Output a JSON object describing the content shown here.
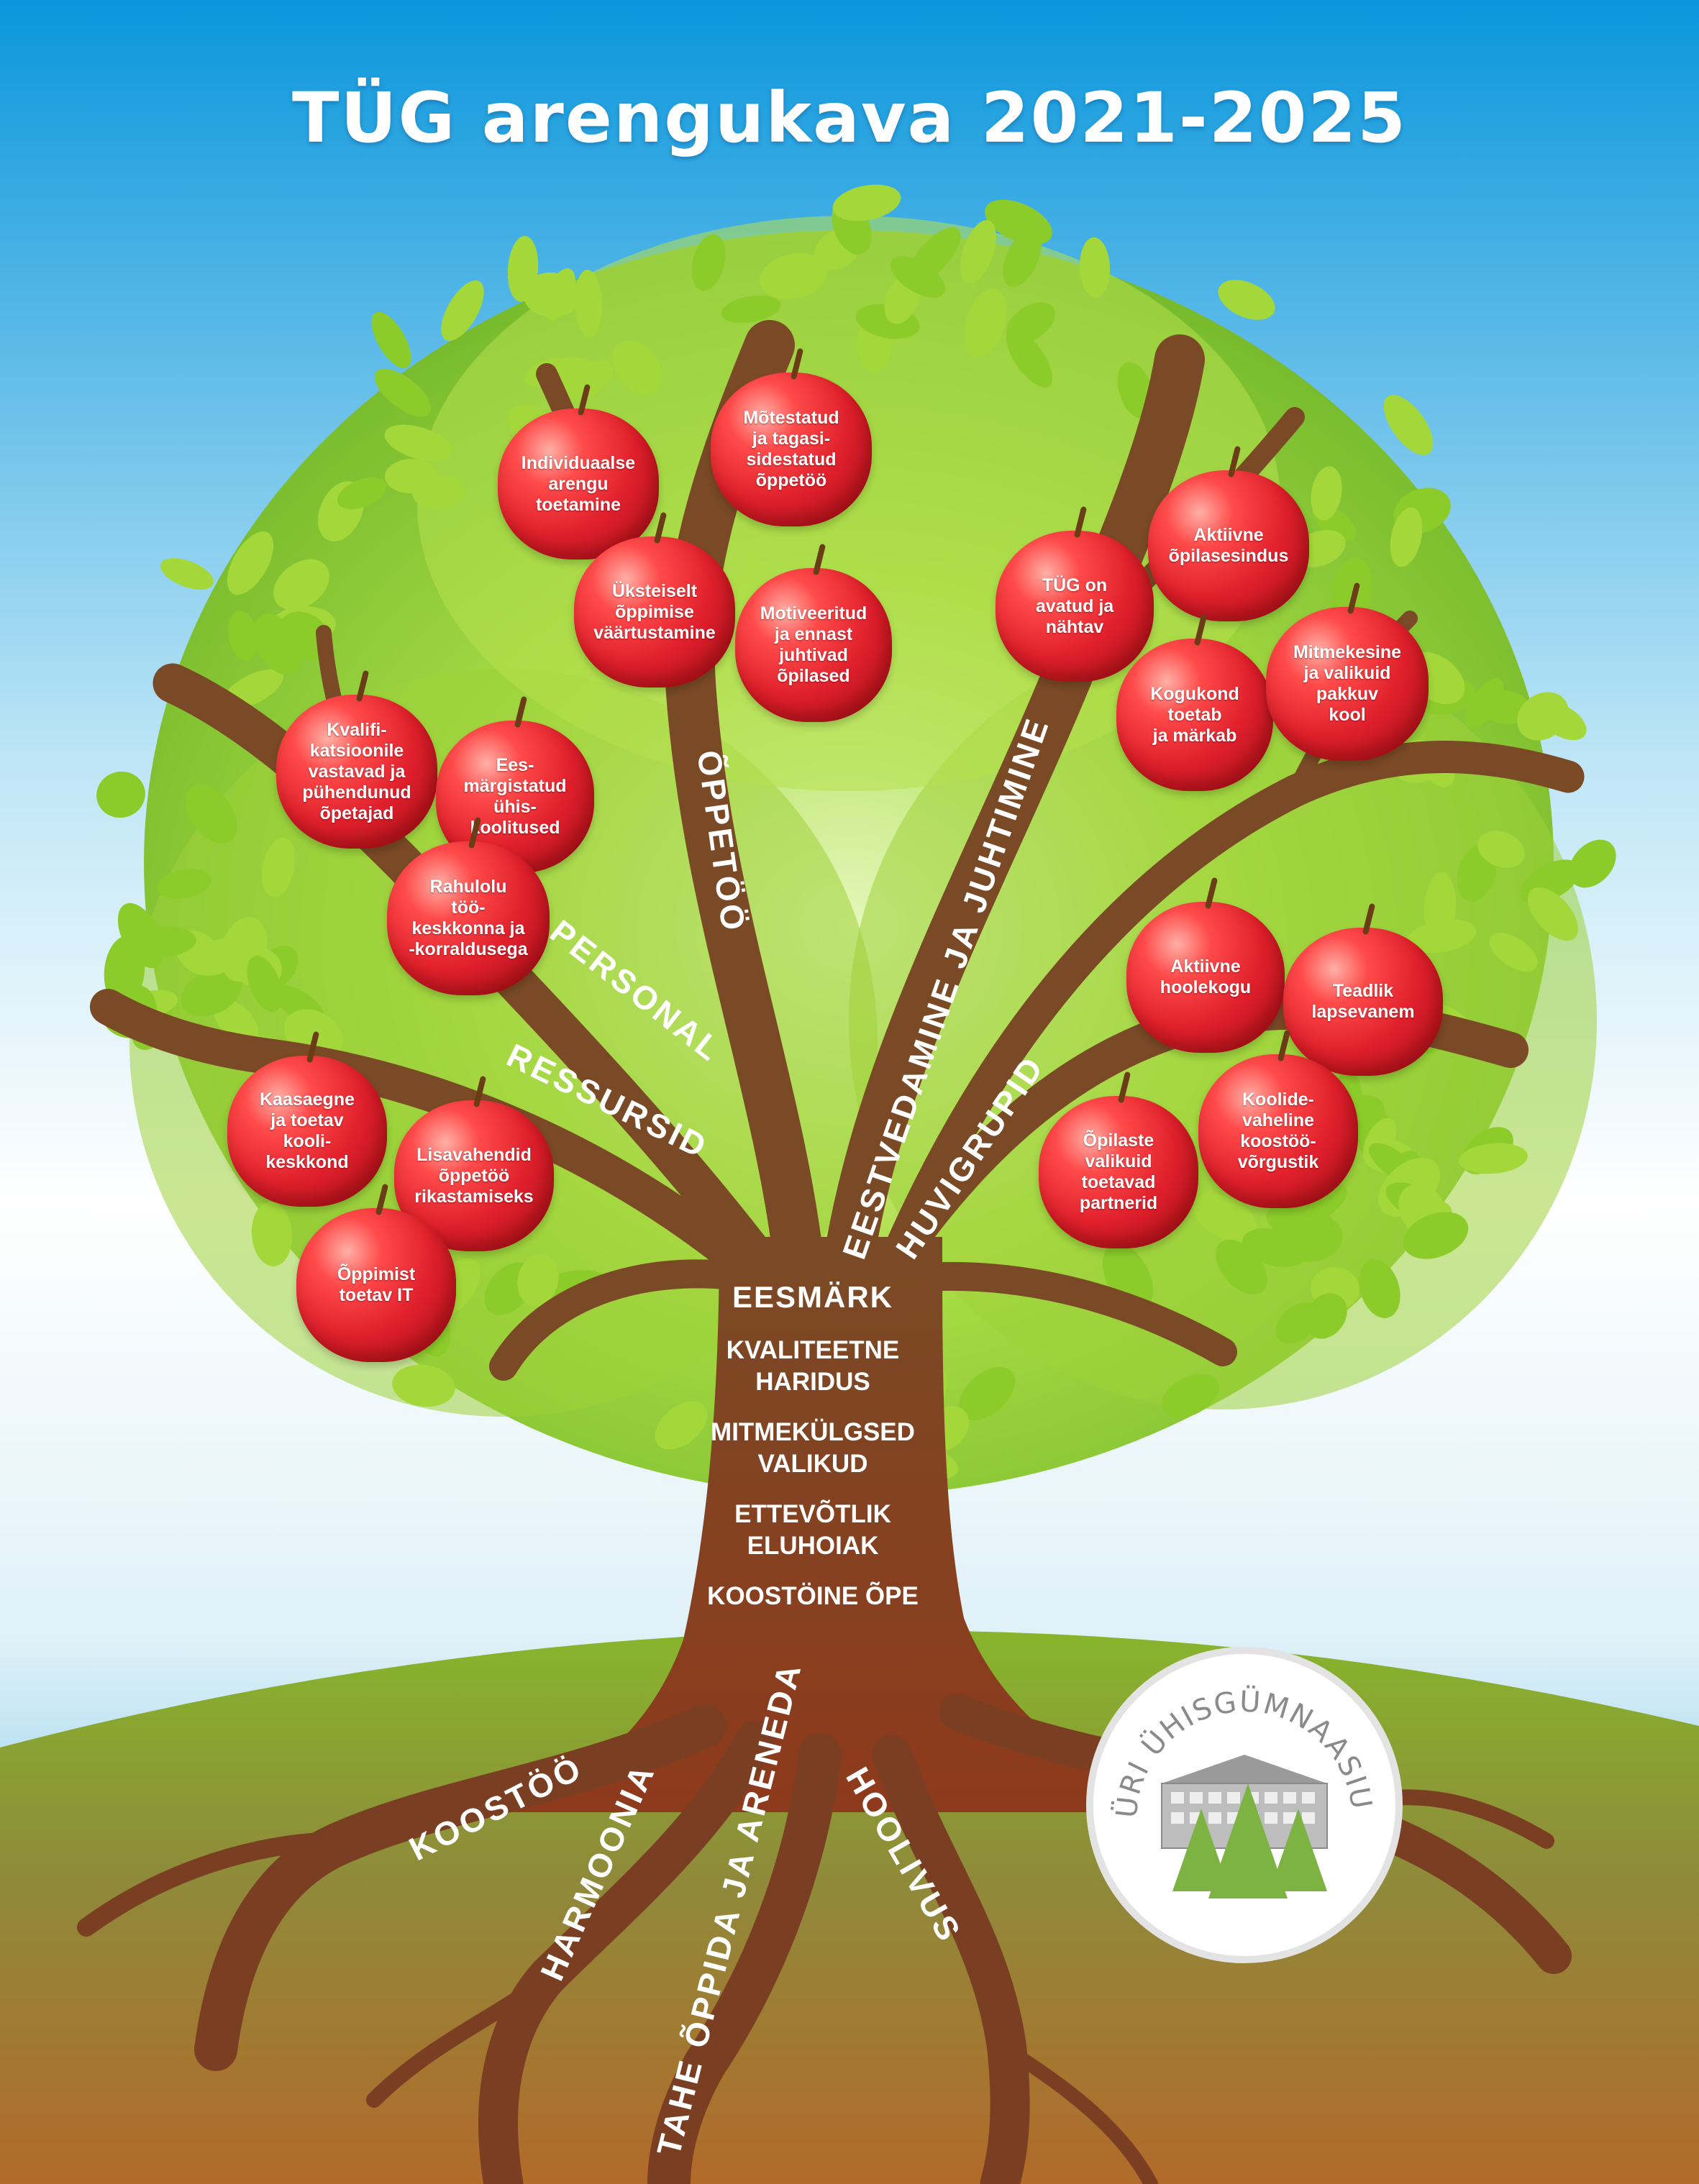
{
  "title": "TÜG arengukava 2021-2025",
  "apples": [
    {
      "id": "individuaalse",
      "text": "Individuaalse\narengu\ntoetamine"
    },
    {
      "id": "motestatud",
      "text": "Mõtestatud\nja tagasi-\nsidestatud\nõppetöö"
    },
    {
      "id": "uksteiselt",
      "text": "Üksteiselt\nõppimise\nväärtustamine"
    },
    {
      "id": "motiveeritud",
      "text": "Motiveeritud\nja ennast\njuhtivad\nõpilased"
    },
    {
      "id": "tug-avatud",
      "text": "TÜG on\navatud ja\nnähtav"
    },
    {
      "id": "aktiivne-opilasesindus",
      "text": "Aktiivne\nõpilasesindus"
    },
    {
      "id": "kogukond",
      "text": "Kogukond\ntoetab\nja märkab"
    },
    {
      "id": "mitmekesine",
      "text": "Mitmekesine\nja valikuid\npakkuv\nkool"
    },
    {
      "id": "kvalifi",
      "text": "Kvalifi-\nkatsioonile\nvastavad ja\npühendunud\nõpetajad"
    },
    {
      "id": "eesmargistatud",
      "text": "Ees-\nmärgistatud\nühis-\nkoolitused"
    },
    {
      "id": "rahulolu",
      "text": "Rahulolu\ntöö-\nkeskkonna ja\n-korraldusega"
    },
    {
      "id": "aktiivne-hoolekogu",
      "text": "Aktiivne\nhoolekogu"
    },
    {
      "id": "teadlik",
      "text": "Teadlik\nlapsevanem"
    },
    {
      "id": "koolidevaheline",
      "text": "Koolide-\nvaheline\nkoostöö-\nvõrgustik"
    },
    {
      "id": "opilaste-valikuid",
      "text": "Õpilaste\nvalikuid\ntoetavad\npartnerid"
    },
    {
      "id": "kaasaegne",
      "text": "Kaasaegne\nja toetav\nkooli-\nkeskkond"
    },
    {
      "id": "lisavahendid",
      "text": "Lisavahendid\nõppetöö\nrikastamiseks"
    },
    {
      "id": "oppimist-toetav",
      "text": "Õppimist\ntoetav IT"
    }
  ],
  "branches": {
    "oppetoo": "ÕPPETÖÖ",
    "eestvedamine": "EESTVEDAMINE JA JUHTIMINE",
    "personal": "PERSONAL",
    "ressursid": "RESSURSID",
    "huvigrupid": "HUVIGRUPID"
  },
  "trunk": {
    "heading": "EESMÄRK",
    "goals": [
      "KVALITEETNE\nHARIDUS",
      "MITMEKÜLGSED\nVALIKUD",
      "ETTEVÕTLIK\nELUHOIAK",
      "KOOSTÖINE ÕPE"
    ]
  },
  "roots": {
    "koostoo": "KOOSTÖÖ",
    "harmoonia": "HARMOONIA",
    "tahe": "TAHE ÕPPIDA JA ARENEDA",
    "hoolivus": "HOOLIVUS"
  },
  "logo": {
    "text": "TÜRI ÜHISGÜMNAASIUM"
  },
  "colors": {
    "sky_top": "#0a96dc",
    "grass": "#7fae2e",
    "trunk": "#7a3f22",
    "apple": "#e0202c",
    "leaf": "#8ccc2a"
  }
}
